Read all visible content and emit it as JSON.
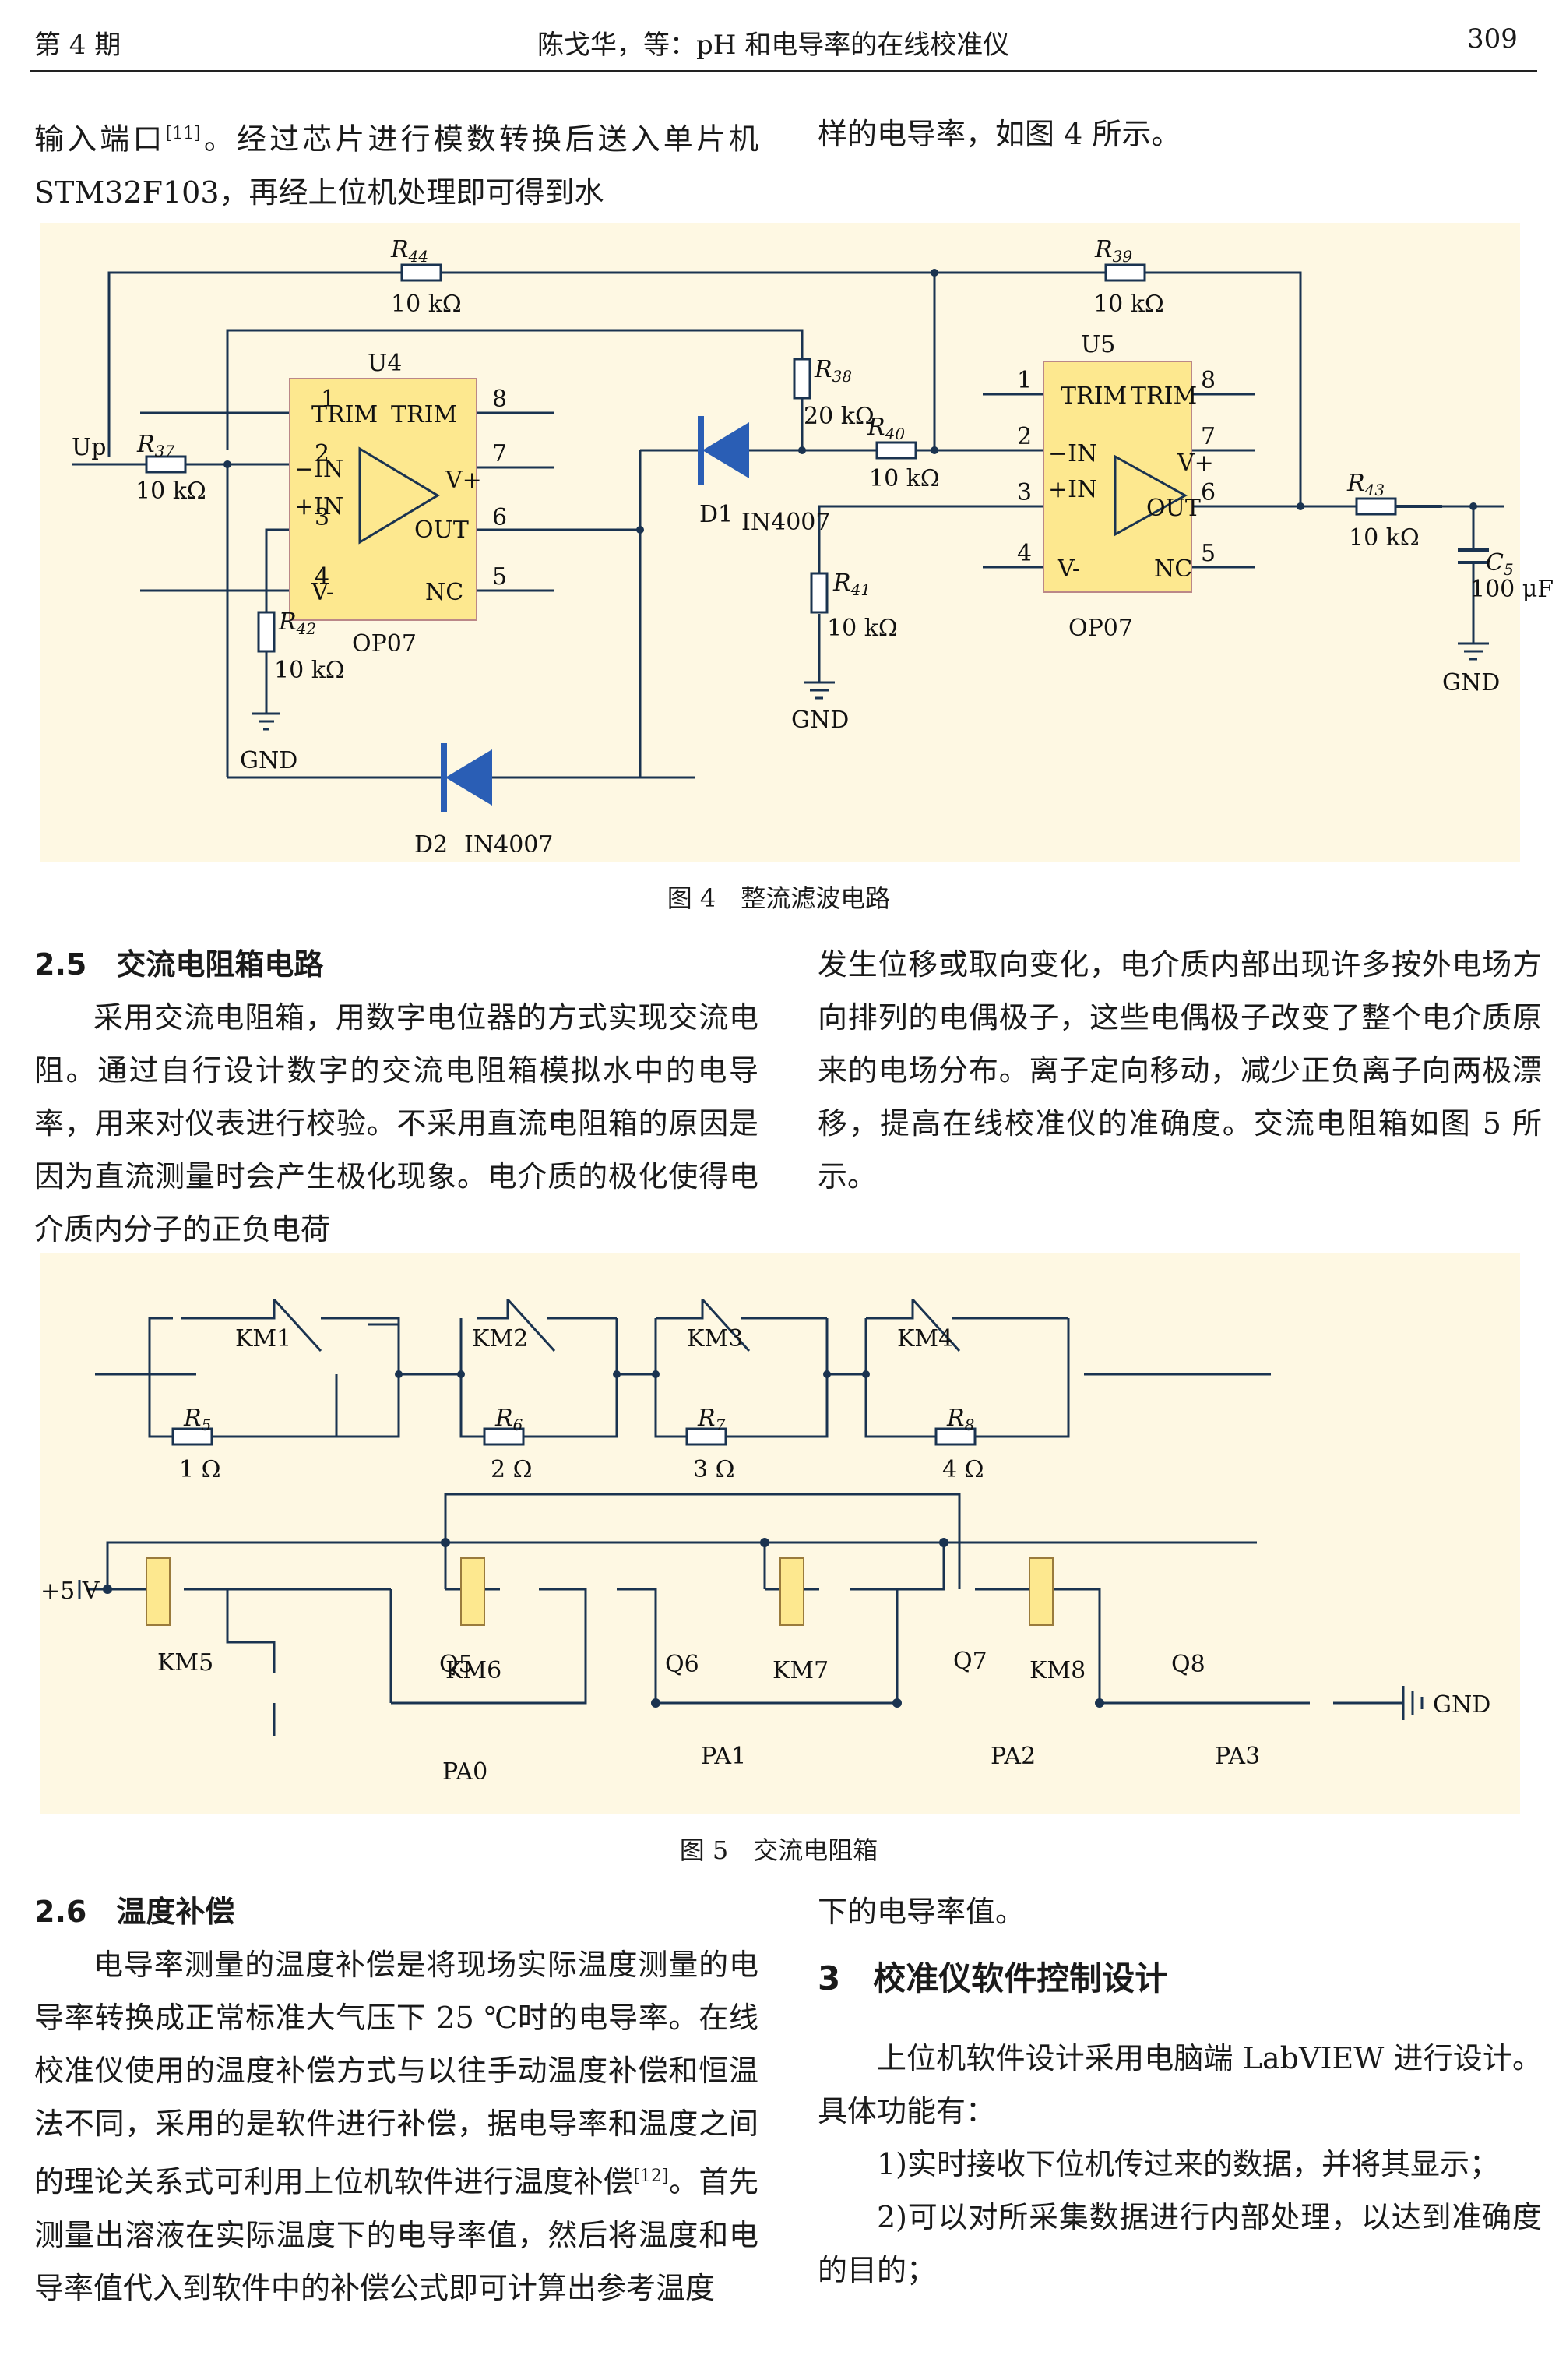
{
  "header": {
    "issue": "第 4 期",
    "title": "陈戈华，等：pH 和电导率的在线校准仪",
    "page": "309"
  },
  "top": {
    "left": "输入端口",
    "left_ref": "[11]",
    "left2": "。经过芯片进行模数转换后送入单片机 STM32F103，再经上位机处理即可得到水",
    "right": "样的电导率，如图 4 所示。"
  },
  "fig4": {
    "caption": "图 4　整流滤波电路",
    "labels": {
      "up": "Up",
      "gnd": "GND",
      "u4": "U4",
      "u5": "U5",
      "trim": "TRIM",
      "in_neg": "−IN",
      "in_pos": "+IN",
      "vplus": "V+",
      "vminus": "V-",
      "out": "OUT",
      "nc": "NC",
      "op07": "OP07",
      "d1": "D1",
      "d2": "D2",
      "in4007": "IN4007",
      "c5val": "100 μF"
    },
    "pins": {
      "p1": "1",
      "p2": "2",
      "p3": "3",
      "p4": "4",
      "p5": "5",
      "p6": "6",
      "p7": "7",
      "p8": "8"
    },
    "resistors": {
      "R37": "10 kΩ",
      "R38": "20 kΩ",
      "R39": "10 kΩ",
      "R40": "10 kΩ",
      "R41": "10 kΩ",
      "R42": "10 kΩ",
      "R43": "10 kΩ",
      "R44": "10 kΩ"
    }
  },
  "sec25": {
    "heading": "2.5　交流电阻箱电路",
    "left": "采用交流电阻箱，用数字电位器的方式实现交流电阻。通过自行设计数字的交流电阻箱模拟水中的电导率，用来对仪表进行校验。不采用直流电阻箱的原因是因为直流测量时会产生极化现象。电介质的极化使得电介质内分子的正负电荷",
    "right": "发生位移或取向变化，电介质内部出现许多按外电场方向排列的电偶极子，这些电偶极子改变了整个电介质原来的电场分布。离子定向移动，减少正负离子向两极漂移，提高在线校准仪的准确度。交流电阻箱如图 5 所示。"
  },
  "fig5": {
    "caption": "图 5　交流电阻箱",
    "km": [
      "KM1",
      "KM2",
      "KM3",
      "KM4",
      "KM5",
      "KM6",
      "KM7",
      "KM8"
    ],
    "r_vals": [
      "1 Ω",
      "2 Ω",
      "3 Ω",
      "4 Ω"
    ],
    "q": [
      "Q5",
      "Q6",
      "Q7",
      "Q8"
    ],
    "pa": [
      "PA0",
      "PA1",
      "PA2",
      "PA3"
    ],
    "vcc": "+5 V",
    "gnd": "GND"
  },
  "sec26": {
    "heading": "2.6　温度补偿",
    "left": "电导率测量的温度补偿是将现场实际温度测量的电导率转换成正常标准大气压下 25 ℃时的电导率。在线校准仪使用的温度补偿方式与以往手动温度补偿和恒温法不同，采用的是软件进行补偿，据电导率和温度之间的理论关系式可利用上位机软件进行温度补偿",
    "left_ref": "[12]",
    "left2": "。首先测量出溶液在实际温度下的电导率值，然后将温度和电导率值代入到软件中的补偿公式即可计算出参考温度",
    "right": "下的电导率值。"
  },
  "sec3": {
    "heading": "3　校准仪软件控制设计",
    "p1": "上位机软件设计采用电脑端 LabVIEW 进行设计。具体功能有：",
    "p2": "1)实时接收下位机传过来的数据，并将其显示；",
    "p3": "2)可以对所采集数据进行内部处理，以达到准确度的目的；"
  }
}
